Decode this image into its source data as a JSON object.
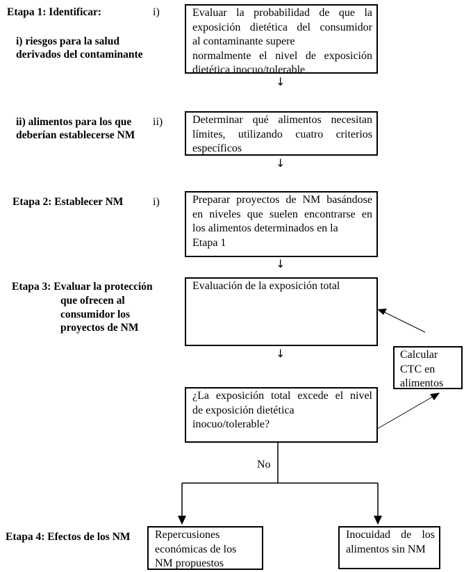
{
  "steps": {
    "step1_title": "Etapa 1: Identificar:",
    "step1_sub_i_line1": "i) riesgos para la salud",
    "step1_sub_i_line2": "derivados del contaminante",
    "step1_sub_ii_line1": "ii) alimentos para los que",
    "step1_sub_ii_line2": "deberían establecerse NM",
    "step2_title": "Etapa 2: Establecer NM",
    "step3_line1": "Etapa 3: Evaluar la protección",
    "step3_line2": "que ofrecen al",
    "step3_line3": "consumidor los",
    "step3_line4": "proyectos de NM",
    "step4_title": "Etapa 4: Efectos de los NM"
  },
  "markers": {
    "m1": "i)",
    "m2": "ii)",
    "m3": "i)"
  },
  "boxes": {
    "b1": [
      "Evaluar la probabilidad de que la",
      "exposición dietética del consumidor",
      "al contaminante supere",
      "normalmente el nivel de exposición",
      "dietética inocuo/tolerable"
    ],
    "b2": [
      "Determinar qué alimentos necesitan",
      "límites, utilizando cuatro criterios",
      "específicos"
    ],
    "b3": [
      "Preparar proyectos de NM basándose",
      "en niveles que suelen encontrarse en",
      "los alimentos determinados en la",
      "Etapa 1"
    ],
    "b4": [
      "Evaluación de la exposición total"
    ],
    "b5": [
      "¿La exposición total excede el nivel",
      "de exposición dietética",
      "inocuo/tolerable?"
    ],
    "b6": [
      "Calcular",
      "CTC en",
      "alimentos"
    ],
    "b7": [
      "Repercusiones",
      "económicas de los",
      "NM propuestos"
    ],
    "b8": [
      "Inocuidad de los",
      "alimentos sin NM"
    ]
  },
  "flow": {
    "no_label": "No",
    "down_arrow": "↓"
  }
}
